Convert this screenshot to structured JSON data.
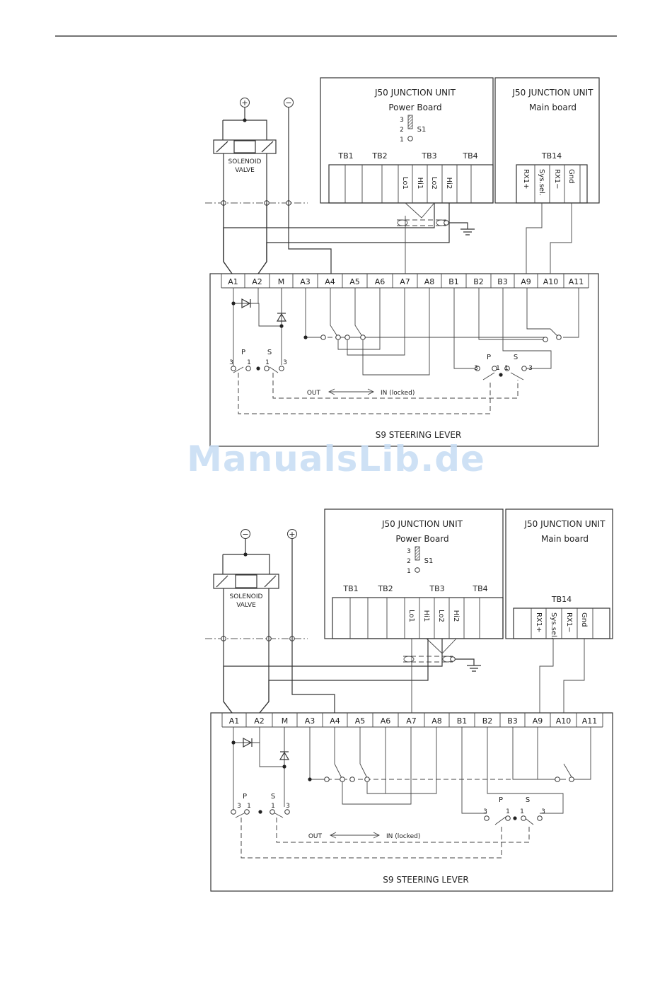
{
  "watermark": "ManualsLib.de",
  "diagrams": [
    {
      "power_unit": {
        "title": "J50  JUNCTION  UNIT",
        "subtitle": "Power  Board",
        "s1_label": "S1",
        "s1_positions": [
          "3",
          "2",
          "1"
        ],
        "blocks": [
          "TB1",
          "TB2",
          "TB3",
          "TB4"
        ],
        "terminals": [
          "Lo1",
          "Hi1",
          "Lo2",
          "Hi2"
        ]
      },
      "main_unit": {
        "title": "J50  JUNCTION  UNIT",
        "subtitle": "Main  board",
        "block": "TB14",
        "terminals": [
          "RX1+",
          "Sys.sel.",
          "RX1−",
          "Gnd"
        ]
      },
      "supply": {
        "left": "+",
        "right": "−"
      },
      "valve": [
        "SOLENOID",
        "VALVE"
      ],
      "lever": {
        "title": "S9  STEERING  LEVER",
        "terminals": [
          "A1",
          "A2",
          "M",
          "A3",
          "A4",
          "A5",
          "A6",
          "A7",
          "A8",
          "B1",
          "B2",
          "B3",
          "A9",
          "A10",
          "A11"
        ],
        "switch_labels": [
          "P",
          "S",
          "P",
          "S"
        ],
        "contact_labels": [
          "3",
          "1",
          "1",
          "3",
          "3",
          "1",
          "1",
          "3"
        ],
        "out_label": "OUT",
        "in_label": "IN  (locked)"
      }
    },
    {
      "power_unit": {
        "title": "J50  JUNCTION  UNIT",
        "subtitle": "Power  Board",
        "s1_label": "S1",
        "s1_positions": [
          "3",
          "2",
          "1"
        ],
        "blocks": [
          "TB1",
          "TB2",
          "TB3",
          "TB4"
        ],
        "terminals": [
          "Lo1",
          "Hi1",
          "Lo2",
          "Hi2"
        ]
      },
      "main_unit": {
        "title": "J50  JUNCTION  UNIT",
        "subtitle": "Main  board",
        "block": "TB14",
        "terminals": [
          "RX1+",
          "Sys.sel.",
          "RX1−",
          "Gnd"
        ]
      },
      "supply": {
        "left": "−",
        "right": "+"
      },
      "valve": [
        "SOLENOID",
        "VALVE"
      ],
      "lever": {
        "title": "S9  STEERING  LEVER",
        "terminals": [
          "A1",
          "A2",
          "M",
          "A3",
          "A4",
          "A5",
          "A6",
          "A7",
          "A8",
          "B1",
          "B2",
          "B3",
          "A9",
          "A10",
          "A11"
        ],
        "switch_labels": [
          "P",
          "S",
          "P",
          "S"
        ],
        "contact_labels": [
          "3",
          "1",
          "1",
          "3",
          "3",
          "1",
          "1",
          "3"
        ],
        "out_label": "OUT",
        "in_label": "IN  (locked)"
      }
    }
  ]
}
